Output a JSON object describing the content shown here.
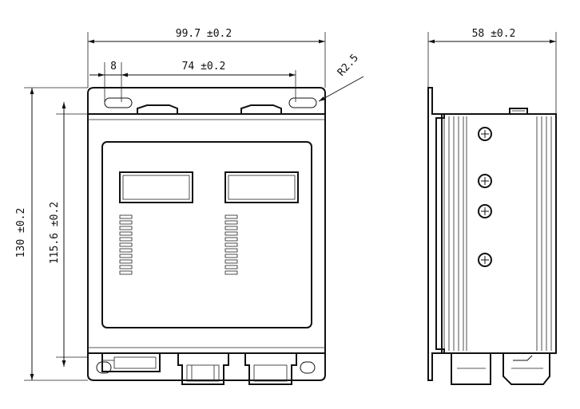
{
  "dimensions": {
    "overall_width": "99.7 ±0.2",
    "hole_offset": "8",
    "hole_spacing": "74 ±0.2",
    "corner_radius": "R2.5",
    "overall_height": "130 ±0.2",
    "body_height": "115.6 ±0.2",
    "depth": "58 ±0.2"
  }
}
